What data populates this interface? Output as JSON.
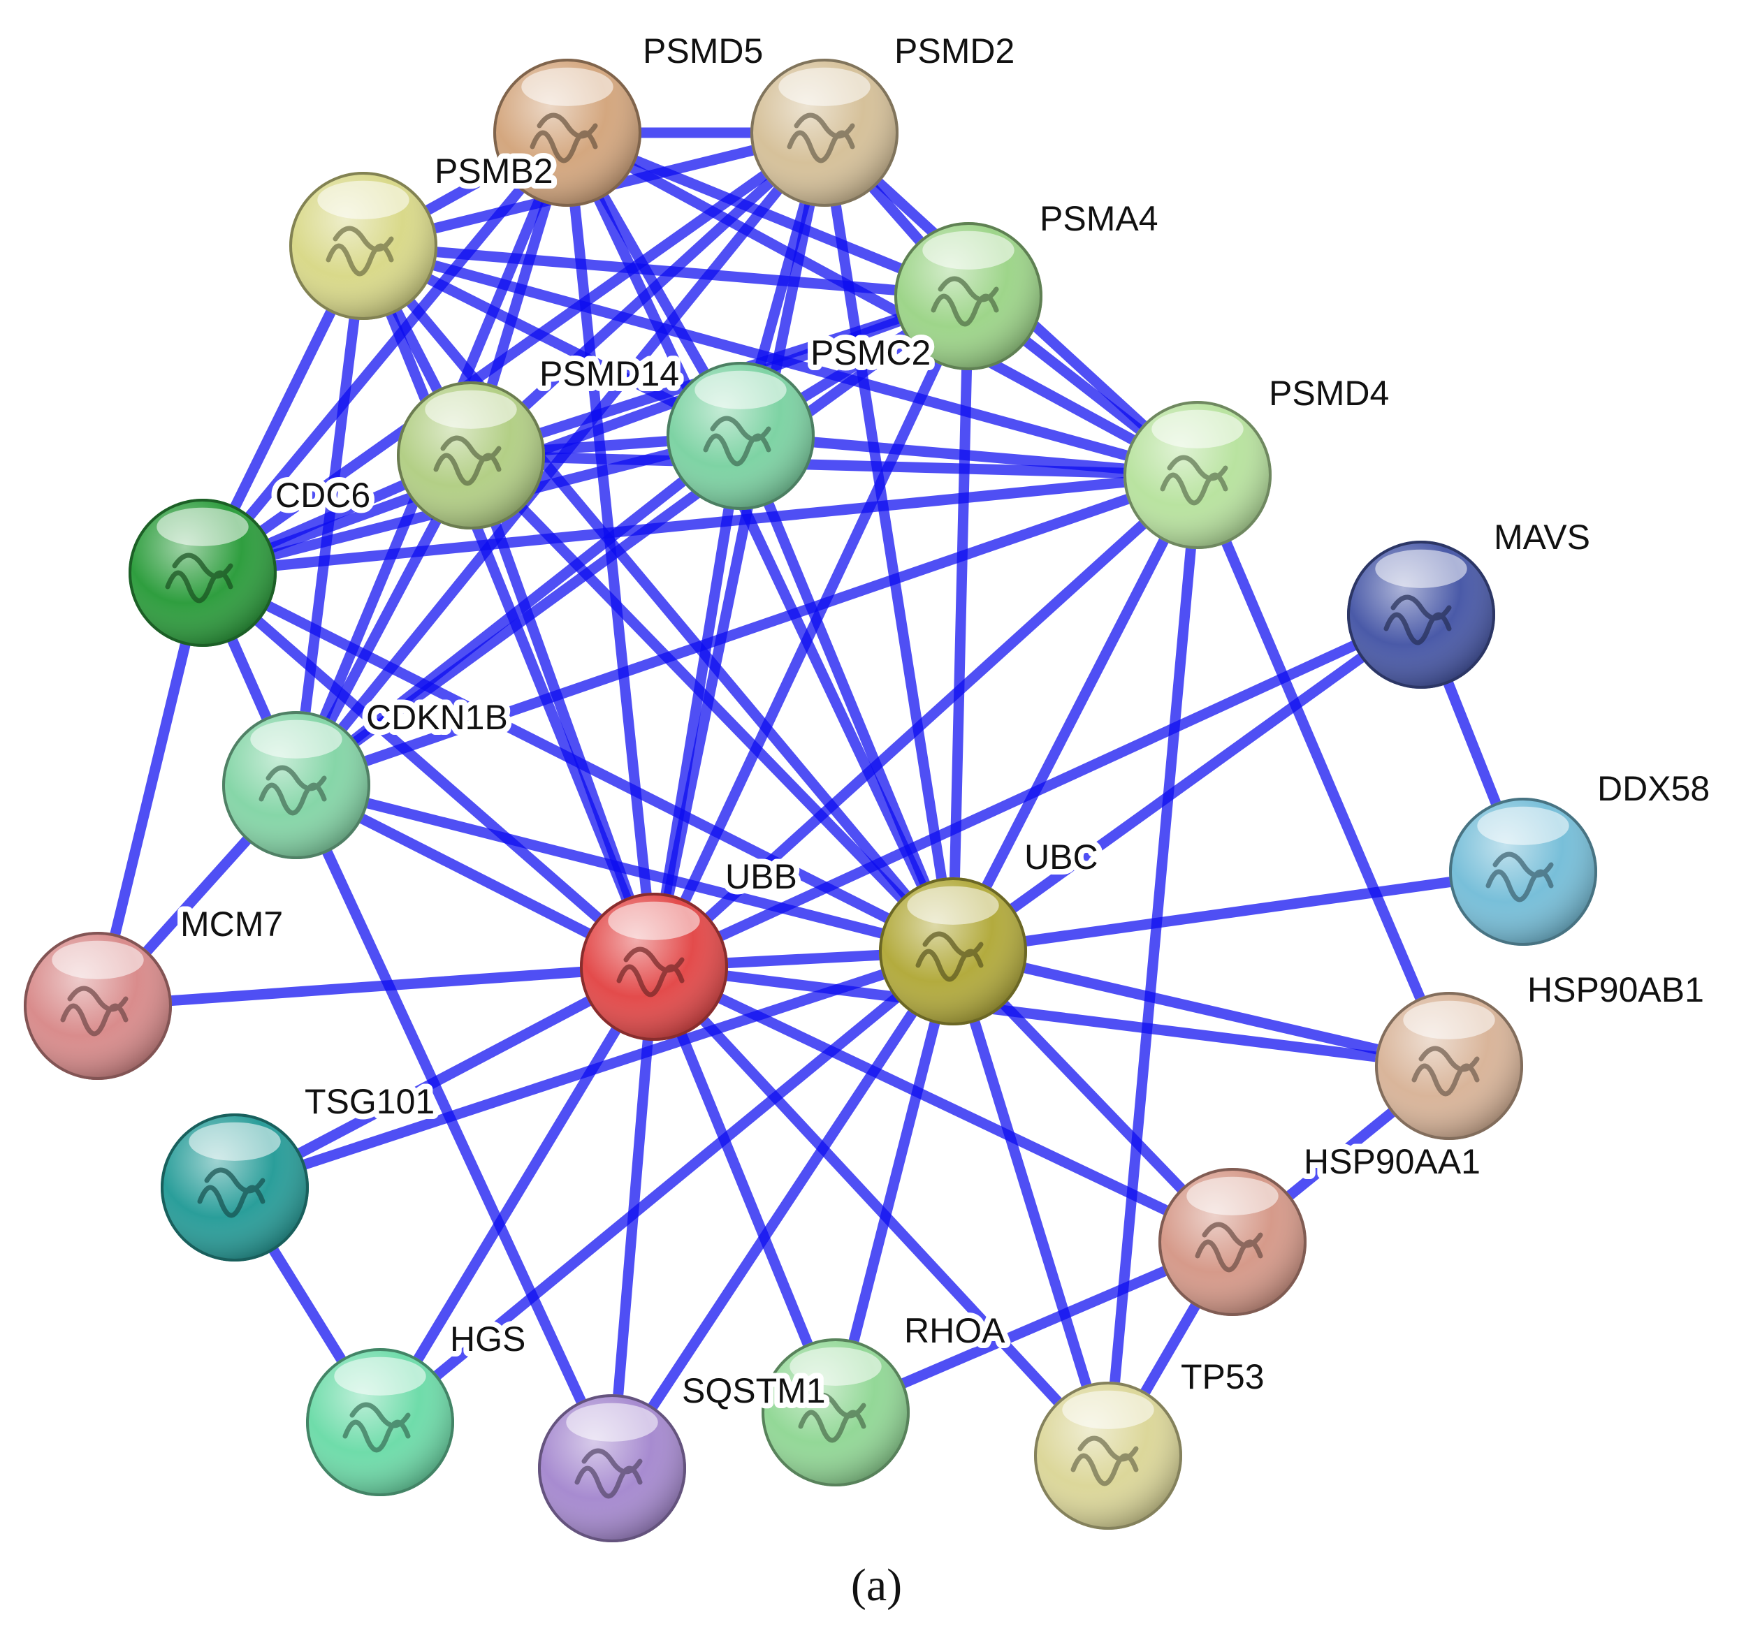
{
  "panel_label": "(a)",
  "edge_color": "#0b0bf0",
  "nodes": [
    {
      "id": "PSMD5",
      "label": "PSMD5",
      "color": "#d4a77f"
    },
    {
      "id": "PSMD2",
      "label": "PSMD2",
      "color": "#d6c19a"
    },
    {
      "id": "PSMB2",
      "label": "PSMB2",
      "color": "#d9d98a"
    },
    {
      "id": "PSMA4",
      "label": "PSMA4",
      "color": "#9ed58a"
    },
    {
      "id": "PSMC2",
      "label": "PSMC2",
      "color": "#7ed3a4"
    },
    {
      "id": "PSMD14",
      "label": "PSMD14",
      "color": "#b3cf86"
    },
    {
      "id": "PSMD4",
      "label": "PSMD4",
      "color": "#b9e3a0"
    },
    {
      "id": "CDC6",
      "label": "CDC6",
      "color": "#2f9e3f"
    },
    {
      "id": "MAVS",
      "label": "MAVS",
      "color": "#4a5aa8"
    },
    {
      "id": "CDKN1B",
      "label": "CDKN1B",
      "color": "#86d6a8"
    },
    {
      "id": "DDX58",
      "label": "DDX58",
      "color": "#78bfd9"
    },
    {
      "id": "UBB",
      "label": "UBB",
      "color": "#e34b4b"
    },
    {
      "id": "UBC",
      "label": "UBC",
      "color": "#b3ab3e"
    },
    {
      "id": "MCM7",
      "label": "MCM7",
      "color": "#d98c8c"
    },
    {
      "id": "HSP90AB1",
      "label": "HSP90AB1",
      "color": "#d9b59a"
    },
    {
      "id": "TSG101",
      "label": "TSG101",
      "color": "#2a9e9a"
    },
    {
      "id": "HSP90AA1",
      "label": "HSP90AA1",
      "color": "#d69a8a"
    },
    {
      "id": "HGS",
      "label": "HGS",
      "color": "#6fdcaa"
    },
    {
      "id": "RHOA",
      "label": "RHOA",
      "color": "#93d897"
    },
    {
      "id": "SQSTM1",
      "label": "SQSTM1",
      "color": "#a78bd0"
    },
    {
      "id": "TP53",
      "label": "TP53",
      "color": "#dcd79a"
    }
  ],
  "edges": [
    [
      "PSMD5",
      "PSMD2"
    ],
    [
      "PSMD5",
      "PSMB2"
    ],
    [
      "PSMD5",
      "PSMA4"
    ],
    [
      "PSMD5",
      "PSMC2"
    ],
    [
      "PSMD5",
      "PSMD14"
    ],
    [
      "PSMD5",
      "PSMD4"
    ],
    [
      "PSMD5",
      "CDC6"
    ],
    [
      "PSMD5",
      "CDKN1B"
    ],
    [
      "PSMD5",
      "UBB"
    ],
    [
      "PSMD5",
      "UBC"
    ],
    [
      "PSMD2",
      "PSMB2"
    ],
    [
      "PSMD2",
      "PSMA4"
    ],
    [
      "PSMD2",
      "PSMC2"
    ],
    [
      "PSMD2",
      "PSMD14"
    ],
    [
      "PSMD2",
      "PSMD4"
    ],
    [
      "PSMD2",
      "CDC6"
    ],
    [
      "PSMD2",
      "CDKN1B"
    ],
    [
      "PSMD2",
      "UBB"
    ],
    [
      "PSMD2",
      "UBC"
    ],
    [
      "PSMB2",
      "PSMA4"
    ],
    [
      "PSMB2",
      "PSMC2"
    ],
    [
      "PSMB2",
      "PSMD14"
    ],
    [
      "PSMB2",
      "PSMD4"
    ],
    [
      "PSMB2",
      "CDC6"
    ],
    [
      "PSMB2",
      "CDKN1B"
    ],
    [
      "PSMB2",
      "UBB"
    ],
    [
      "PSMB2",
      "UBC"
    ],
    [
      "PSMA4",
      "PSMC2"
    ],
    [
      "PSMA4",
      "PSMD14"
    ],
    [
      "PSMA4",
      "PSMD4"
    ],
    [
      "PSMA4",
      "CDC6"
    ],
    [
      "PSMA4",
      "CDKN1B"
    ],
    [
      "PSMA4",
      "UBB"
    ],
    [
      "PSMA4",
      "UBC"
    ],
    [
      "PSMC2",
      "PSMD14"
    ],
    [
      "PSMC2",
      "PSMD4"
    ],
    [
      "PSMC2",
      "CDC6"
    ],
    [
      "PSMC2",
      "CDKN1B"
    ],
    [
      "PSMC2",
      "UBB"
    ],
    [
      "PSMC2",
      "UBC"
    ],
    [
      "PSMD14",
      "PSMD4"
    ],
    [
      "PSMD14",
      "CDC6"
    ],
    [
      "PSMD14",
      "CDKN1B"
    ],
    [
      "PSMD14",
      "UBB"
    ],
    [
      "PSMD14",
      "UBC"
    ],
    [
      "PSMD4",
      "CDC6"
    ],
    [
      "PSMD4",
      "CDKN1B"
    ],
    [
      "PSMD4",
      "UBB"
    ],
    [
      "PSMD4",
      "UBC"
    ],
    [
      "PSMD4",
      "HSP90AB1"
    ],
    [
      "PSMD4",
      "TP53"
    ],
    [
      "CDC6",
      "CDKN1B"
    ],
    [
      "CDC6",
      "MCM7"
    ],
    [
      "CDC6",
      "UBB"
    ],
    [
      "CDC6",
      "UBC"
    ],
    [
      "CDKN1B",
      "MCM7"
    ],
    [
      "CDKN1B",
      "UBB"
    ],
    [
      "CDKN1B",
      "UBC"
    ],
    [
      "CDKN1B",
      "SQSTM1"
    ],
    [
      "MAVS",
      "DDX58"
    ],
    [
      "MAVS",
      "UBB"
    ],
    [
      "MAVS",
      "UBC"
    ],
    [
      "DDX58",
      "UBC"
    ],
    [
      "UBB",
      "UBC"
    ],
    [
      "UBB",
      "MCM7"
    ],
    [
      "UBB",
      "TSG101"
    ],
    [
      "UBB",
      "HGS"
    ],
    [
      "UBB",
      "SQSTM1"
    ],
    [
      "UBB",
      "RHOA"
    ],
    [
      "UBB",
      "TP53"
    ],
    [
      "UBB",
      "HSP90AA1"
    ],
    [
      "UBB",
      "HSP90AB1"
    ],
    [
      "UBC",
      "TSG101"
    ],
    [
      "UBC",
      "HGS"
    ],
    [
      "UBC",
      "SQSTM1"
    ],
    [
      "UBC",
      "RHOA"
    ],
    [
      "UBC",
      "TP53"
    ],
    [
      "UBC",
      "HSP90AA1"
    ],
    [
      "UBC",
      "HSP90AB1"
    ],
    [
      "HSP90AB1",
      "HSP90AA1"
    ],
    [
      "TSG101",
      "HGS"
    ],
    [
      "HSP90AA1",
      "TP53"
    ],
    [
      "HSP90AA1",
      "RHOA"
    ]
  ]
}
